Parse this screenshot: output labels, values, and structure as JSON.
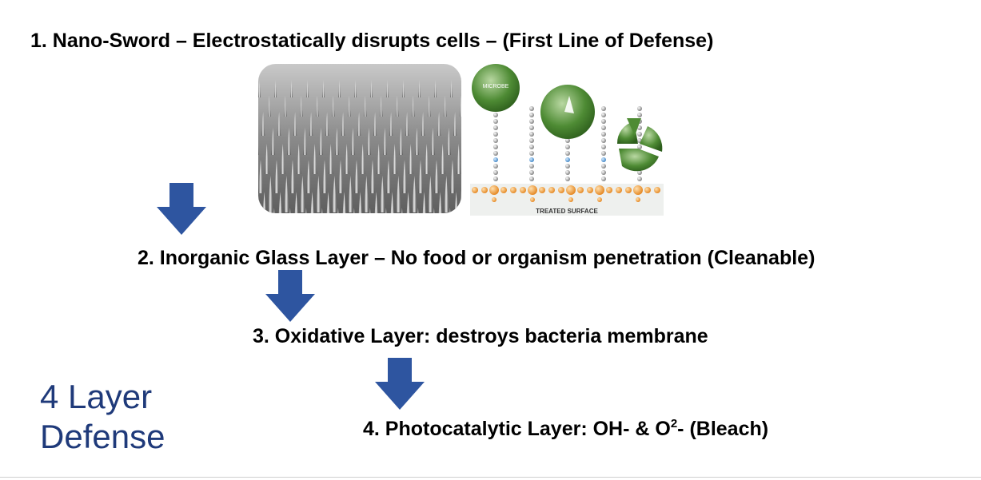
{
  "steps": {
    "step1": "1. Nano-Sword – Electrostatically disrupts cells – (First Line of Defense)",
    "step2": "2. Inorganic Glass Layer – No food or organism penetration (Cleanable)",
    "step3": "3. Oxidative Layer: destroys bacteria membrane",
    "step4_prefix": "4.  Photocatalytic Layer: OH- & O",
    "step4_sup": "2",
    "step4_suffix": "- (Bleach)"
  },
  "title": {
    "line1": "4 Layer",
    "line2": "Defense"
  },
  "schematic": {
    "microbe_label": "MICROBE",
    "surface_label": "TREATED SURFACE"
  },
  "colors": {
    "arrow": "#2e55a0",
    "title": "#1f3a7a",
    "microbe_green": "#3d7a2a",
    "surface_orange": "#f19a2e"
  }
}
